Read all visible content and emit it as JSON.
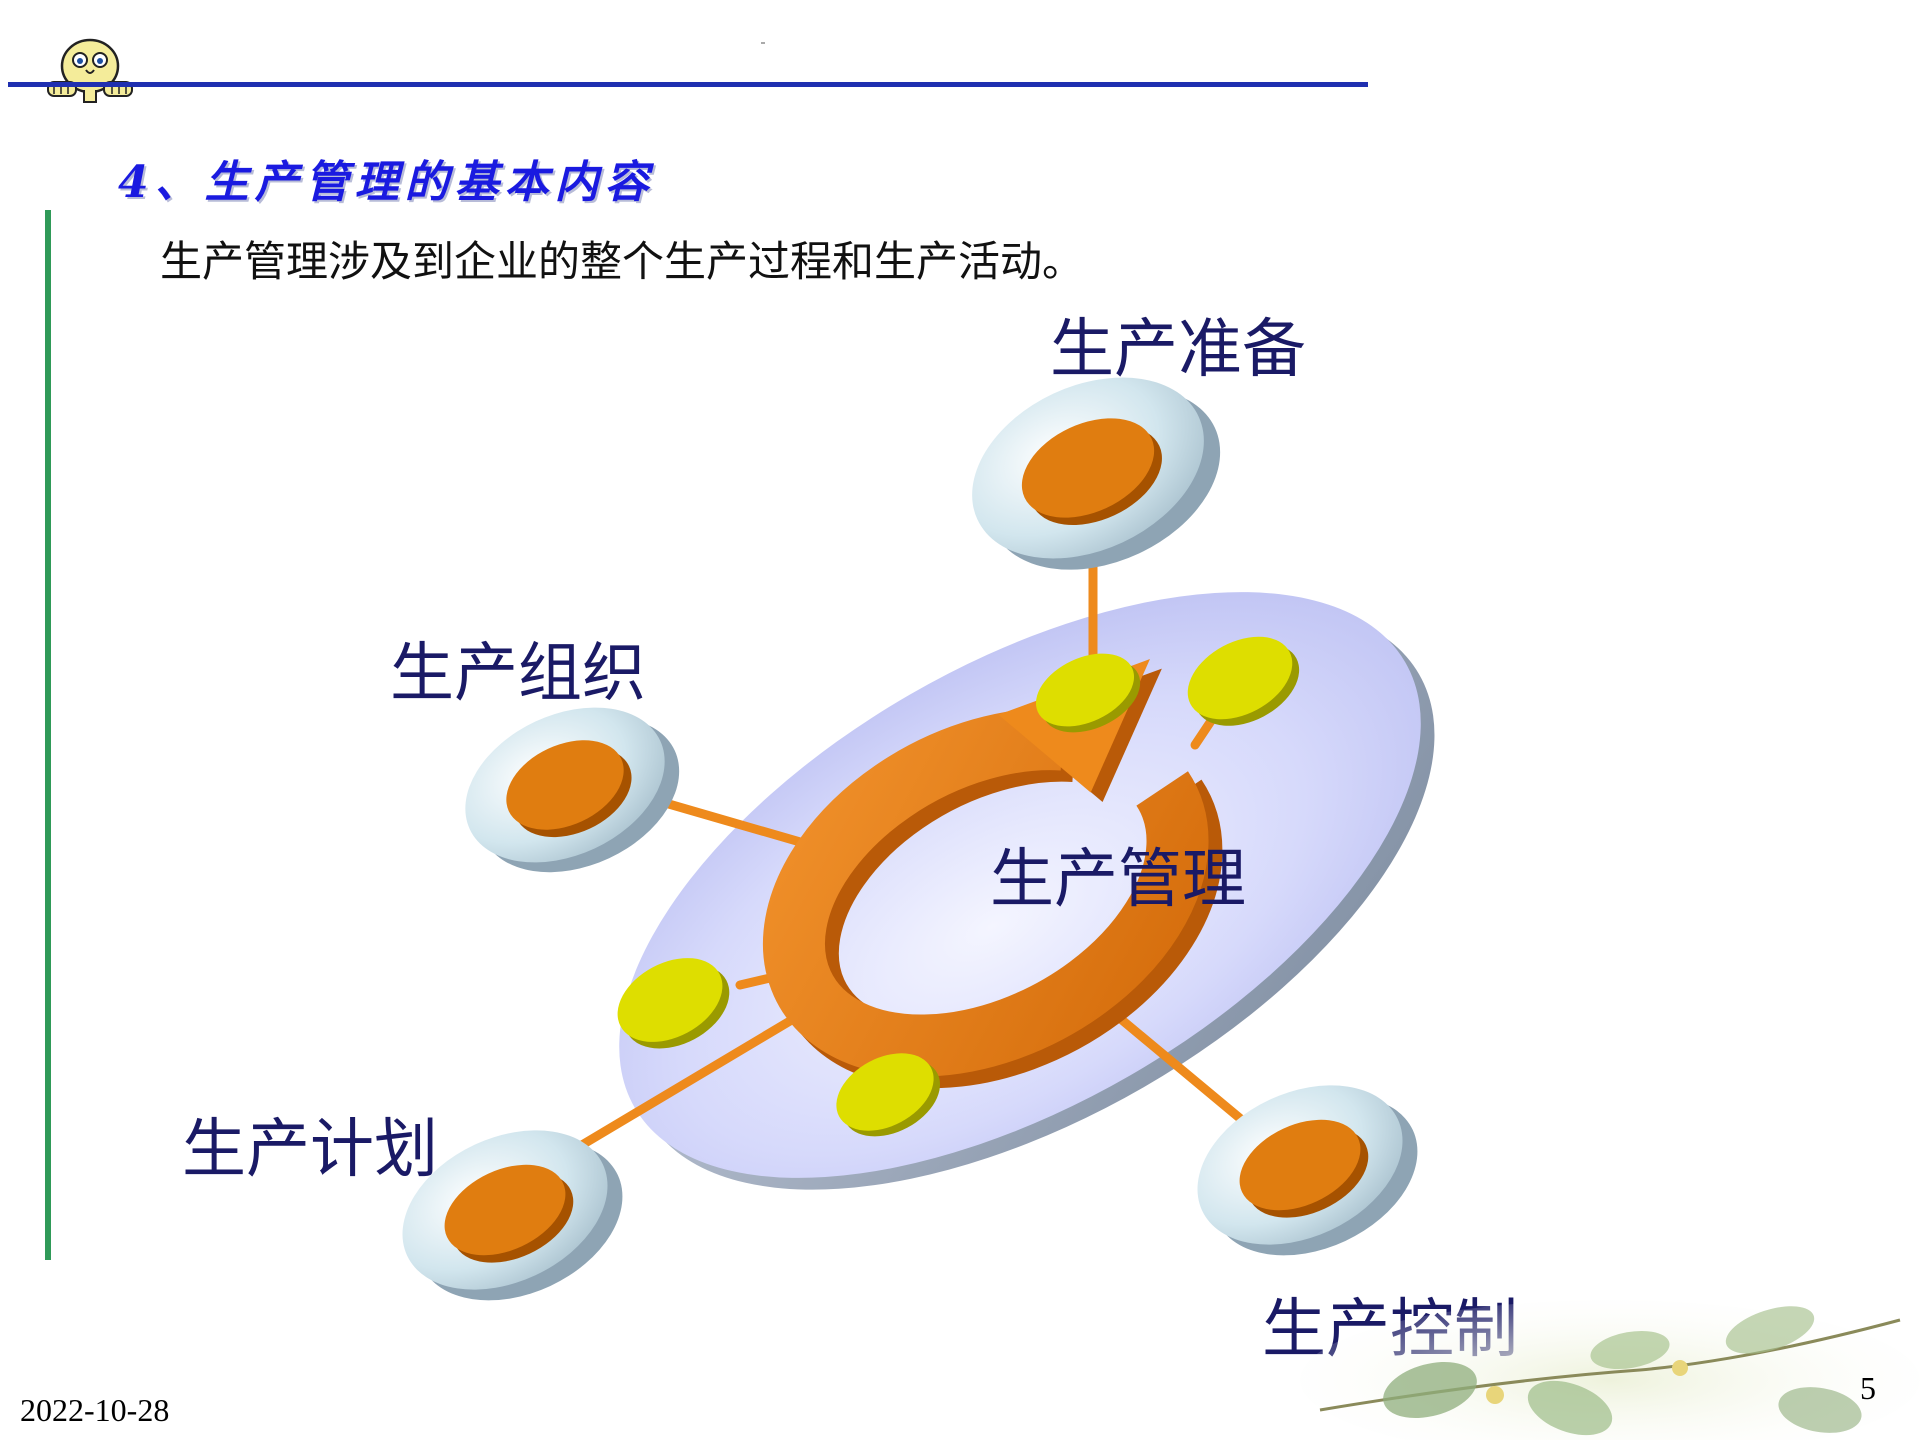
{
  "section": {
    "title": "4、生产管理的基本内容",
    "subtitle": "生产管理涉及到企业的整个生产过程和生产活动。"
  },
  "diagram": {
    "center_label": "生产管理",
    "nodes": [
      {
        "id": "prep",
        "label": "生产准备"
      },
      {
        "id": "org",
        "label": "生产组织"
      },
      {
        "id": "plan",
        "label": "生产计划"
      },
      {
        "id": "ctrl",
        "label": "生产控制"
      }
    ]
  },
  "footer": {
    "date": "2022-10-28",
    "page_number": "5"
  },
  "colors": {
    "title_blue": "#1a1ae0",
    "rule_blue": "#1f2fb0",
    "left_bar_green": "#2f9a58",
    "label_navy": "#1a1a66",
    "disc_lavender": "#c9ccf6",
    "node_orange": "#e07d10",
    "node_yellow": "#dede00",
    "ring_orange": "#e8801a",
    "node_base": "#cfe3ea"
  }
}
